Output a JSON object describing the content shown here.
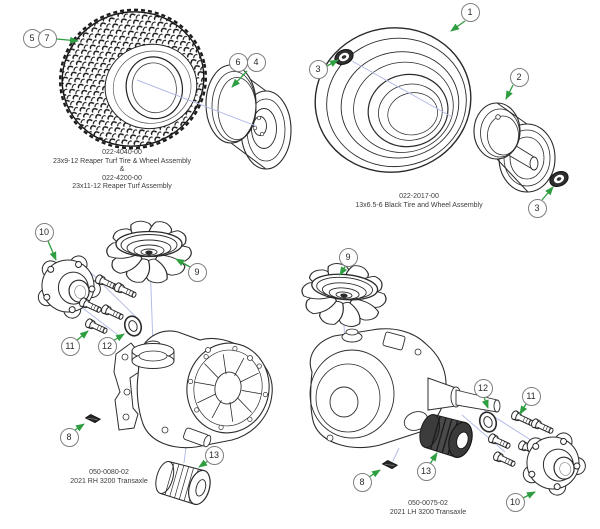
{
  "colors": {
    "arrow_green": "#2f9e41",
    "assembly_line_blue": "#b4bce6",
    "line_art": "#2a2a2a",
    "callout_stroke": "#7f7f7f",
    "text": "#3b3b3b",
    "background": "#ffffff"
  },
  "assemblies": [
    {
      "id": "reaper-turf-tire-wheel",
      "label_lines": [
        "022-4040-00",
        "23x9-12 Reaper Turf Tire & Wheel Assembly",
        "&",
        "022-4200-00",
        "23x11-12 Reaper Turf Assembly"
      ],
      "callouts": [
        {
          "number": "5"
        },
        {
          "number": "7"
        },
        {
          "number": "6"
        },
        {
          "number": "4"
        }
      ]
    },
    {
      "id": "black-tire-wheel",
      "label_lines": [
        "022-2017-00",
        "13x6.5-6 Black Tire and Wheel Assembly"
      ],
      "callouts": [
        {
          "number": "1"
        },
        {
          "number": "3"
        },
        {
          "number": "2"
        },
        {
          "number": "3"
        }
      ]
    },
    {
      "id": "rh-3200-transaxle",
      "label_lines": [
        "050-0080-02",
        "2021 RH 3200 Transaxle"
      ],
      "callouts": [
        {
          "number": "10"
        },
        {
          "number": "9"
        },
        {
          "number": "11"
        },
        {
          "number": "12"
        },
        {
          "number": "8"
        },
        {
          "number": "13"
        }
      ]
    },
    {
      "id": "lh-3200-transaxle",
      "label_lines": [
        "050-0075-02",
        "2021 LH 3200 Transaxle"
      ],
      "callouts": [
        {
          "number": "9"
        },
        {
          "number": "12"
        },
        {
          "number": "11"
        },
        {
          "number": "8"
        },
        {
          "number": "13"
        },
        {
          "number": "10"
        }
      ]
    }
  ]
}
